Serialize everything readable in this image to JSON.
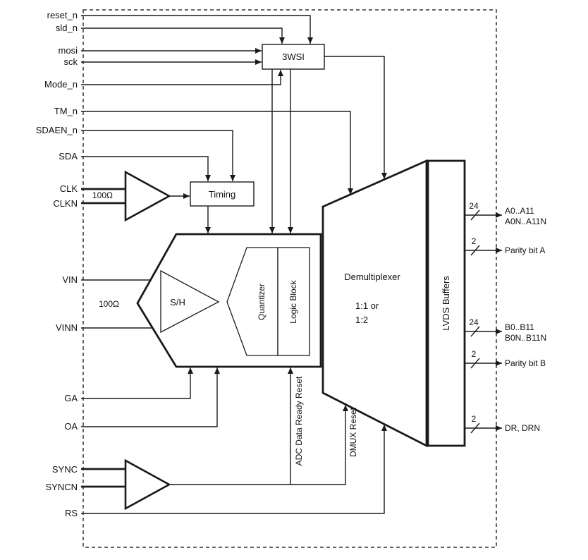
{
  "pins": {
    "reset_n": "reset_n",
    "sld_n": "sld_n",
    "mosi": "mosi",
    "sck": "sck",
    "mode_n": "Mode_n",
    "tm_n": "TM_n",
    "sdaen_n": "SDAEN_n",
    "sda": "SDA",
    "clk": "CLK",
    "clkn": "CLKN",
    "vin": "VIN",
    "vinn": "VINN",
    "ga": "GA",
    "oa": "OA",
    "sync": "SYNC",
    "syncn": "SYNCN",
    "rs": "RS"
  },
  "blocks": {
    "spi": "3WSI",
    "timing": "Timing",
    "sample_hold": "S/H",
    "quantizer": "Quantizer",
    "logic_block": "Logic Block",
    "demux_title": "Demultiplexer",
    "demux_mode_1": "1:1 or",
    "demux_mode_2": "1:2",
    "lvds": "LVDS Buffers"
  },
  "labels": {
    "clk_termination": "100Ω",
    "vin_termination": "100Ω",
    "adc_data_ready_reset": "ADC Data Ready Reset",
    "dmux_reset": "DMUX Reset"
  },
  "outputs": {
    "bus_a": {
      "width": "24",
      "line1": "A0..A11",
      "line2": "A0N..A11N"
    },
    "parity_a": {
      "width": "2",
      "label": "Parity bit A"
    },
    "bus_b": {
      "width": "24",
      "line1": "B0..B11",
      "line2": "B0N..B11N"
    },
    "parity_b": {
      "width": "2",
      "label": "Parity bit B"
    },
    "data_ready": {
      "width": "2",
      "label": "DR, DRN"
    }
  },
  "colors": {
    "ink": "#1a1a1a",
    "background": "#ffffff"
  }
}
